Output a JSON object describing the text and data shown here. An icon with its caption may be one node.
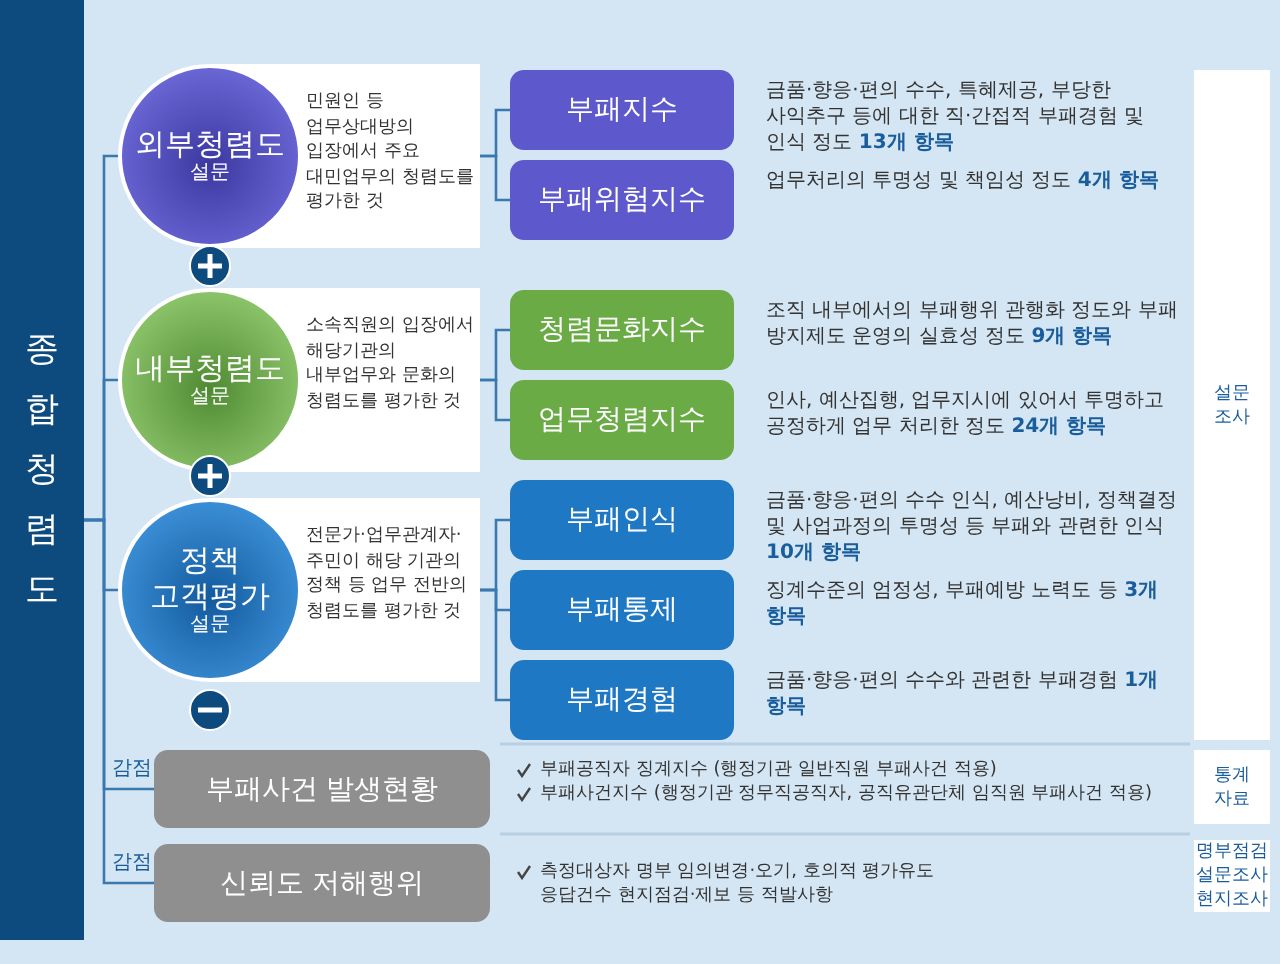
{
  "diagram": {
    "nodes": [
      {
        "text": [
          "종합청렴도"
        ]
      },
      {
        "text": [
          "외부청렴도",
          "설문",
          "민원인 등 업무상대방의 입장에서 주요 대민업무의 청렴도를 평가한 것"
        ]
      },
      {
        "text": [
          "부패지수"
        ],
        "beside": [
          "금품·향응·편의 수수, 특혜제공, 부당한 사익추구 등에 대한 직·간접적 부패경험 및 인식 정도",
          "13개 항목"
        ]
      },
      {
        "text": [
          "부패위험지수"
        ],
        "beside": [
          "업무처리의 투명성 및 책임성 정도",
          "4개 항목"
        ]
      },
      {
        "text": [
          "내부청렴도",
          "설문",
          "소속직원의 입장에서 해당기관의 내부업무와 문화의 청렴도를 평가한 것"
        ]
      },
      {
        "text": [
          "청렴문화지수"
        ],
        "beside": [
          "조직 내부에서의 부패행위 관행화 정도와 부패 방지제도 운영의 실효성 정도",
          "9개 항목"
        ]
      },
      {
        "text": [
          "업무청렴지수"
        ],
        "beside": [
          "인사, 예산집행, 업무지시에 있어서 투명하고 공정하게 업무 처리한 정도",
          "24개 항목"
        ]
      },
      {
        "text": [
          "정책 고객평가",
          "설문",
          "전문가·업무관계자·주민이 해당 기관의 정책 등 업무 전반의 청렴도를 평가한 것"
        ]
      },
      {
        "text": [
          "부패인식"
        ],
        "beside": [
          "금품·향응·편의 수수 인식, 예산낭비, 정책결정 및 사업과정의 투명성 등 부패와 관련한 인식",
          "10개 항목"
        ]
      },
      {
        "text": [
          "부패통제"
        ],
        "beside": [
          "징계수준의 엄정성, 부패예방 노력도 등",
          "3개 항목"
        ]
      },
      {
        "text": [
          "부패경험"
        ],
        "beside": [
          "금품·향응·편의 수수와 관련한 부패경험",
          "1개 항목"
        ]
      },
      {
        "text": [
          "부패사건 발생현황"
        ],
        "beside": [
          "부패공직자 징계지수 (행정기관 일반직원 부패사건 적용)",
          "부패사건지수 (행정기관 정무직공직자, 공직유관단체 임직원 부패사건 적용)"
        ]
      },
      {
        "text": [
          "신뢰도 저해행위"
        ],
        "beside": [
          "측정대상자 명부 임의변경·오기, 호의적 평가유도 응답건수 현지점검·제보 등 적발사항"
        ]
      }
    ],
    "edges": [
      {
        "from": 0,
        "to": 1,
        "arrow": "none"
      },
      {
        "from": 0,
        "to": 4,
        "arrow": "none"
      },
      {
        "from": 0,
        "to": 7,
        "arrow": "none"
      },
      {
        "from": 0,
        "to": 11,
        "arrow": "none",
        "label": "감점"
      },
      {
        "from": 0,
        "to": 12,
        "arrow": "none",
        "label": "감점"
      },
      {
        "from": 1,
        "to": 2,
        "arrow": "none"
      },
      {
        "from": 1,
        "to": 3,
        "arrow": "none"
      },
      {
        "from": 4,
        "to": 5,
        "arrow": "none"
      },
      {
        "from": 4,
        "to": 6,
        "arrow": "none"
      },
      {
        "from": 7,
        "to": 8,
        "arrow": "none"
      },
      {
        "from": 7,
        "to": 9,
        "arrow": "none"
      },
      {
        "from": 7,
        "to": 10,
        "arrow": "none"
      }
    ],
    "labels": [
      "설문 조사",
      "통계 자료",
      "명부점검 설문조사 현지조사"
    ]
  }
}
